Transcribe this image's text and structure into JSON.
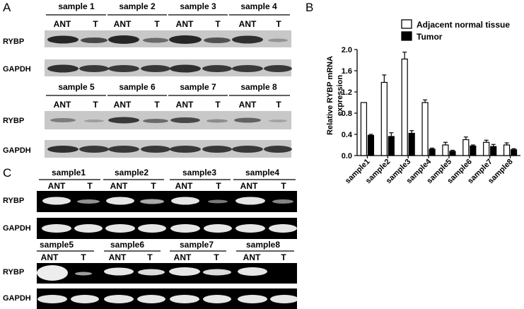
{
  "panels": {
    "a": {
      "letter": "A",
      "groups": [
        {
          "samples": [
            "sample 1",
            "sample 2",
            "sample 3",
            "sample 4"
          ]
        },
        {
          "samples": [
            "sample 5",
            "sample 6",
            "sample 7",
            "sample 8"
          ]
        }
      ],
      "lanes": [
        "ANT",
        "T"
      ],
      "rows": [
        "RYBP",
        "GAPDH"
      ]
    },
    "b": {
      "letter": "B"
    },
    "c": {
      "letter": "C",
      "groups": [
        {
          "samples": [
            "sample1",
            "sample2",
            "sample3",
            "sample4"
          ]
        },
        {
          "samples": [
            "sample5",
            "sample6",
            "sample7",
            "sample8"
          ]
        }
      ],
      "lanes": [
        "ANT",
        "T"
      ],
      "rows": [
        "RYBP",
        "GAPDH"
      ]
    }
  },
  "chart_data": {
    "type": "bar",
    "categories": [
      "sample1",
      "sample2",
      "sample3",
      "sample4",
      "sample5",
      "sample6",
      "sample7",
      "sample8"
    ],
    "series": [
      {
        "name": "Adjacent normal tissue",
        "values": [
          1.0,
          1.38,
          1.82,
          1.0,
          0.2,
          0.3,
          0.25,
          0.2
        ],
        "errors": [
          0.0,
          0.14,
          0.13,
          0.05,
          0.05,
          0.05,
          0.04,
          0.04
        ],
        "fill": "#ffffff"
      },
      {
        "name": "Tumor",
        "values": [
          0.38,
          0.36,
          0.42,
          0.12,
          0.08,
          0.18,
          0.17,
          0.11
        ],
        "errors": [
          0.02,
          0.07,
          0.05,
          0.02,
          0.02,
          0.02,
          0.04,
          0.02
        ],
        "fill": "#000000"
      }
    ],
    "ylabel": [
      "Relative RYBP mRNA",
      "expression"
    ],
    "ylim": [
      0,
      2.0
    ],
    "yticks": [
      "0.0",
      "0.4",
      "0.8",
      "1.2",
      "1.6",
      "2.0"
    ],
    "legend": "top-right",
    "grid": false
  }
}
